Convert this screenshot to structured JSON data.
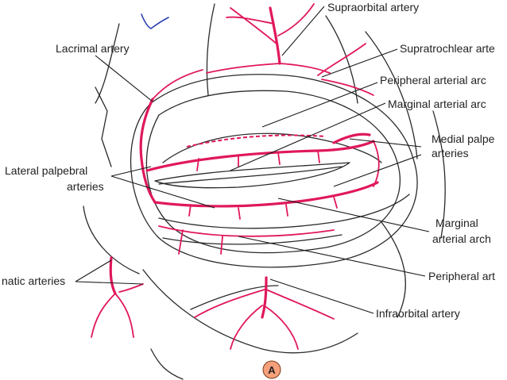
{
  "colors": {
    "artery": "#e0185a",
    "outline": "#2a2a2a",
    "badge": "#f5a07a"
  },
  "labels": {
    "supraorbital": "Supraorbital artery",
    "supratrochlear": "Supratrochlear arte",
    "peripheral_top": "Peripheral arterial arc",
    "marginal_top": "Marginal arterial arc",
    "medial_line1": "Medial palpe",
    "medial_line2": "arteries",
    "lacrimal": "Lacrimal artery",
    "lateral_line1": "Lateral palpebral",
    "lateral_line2": "arteries",
    "marginal_bottom_line1": "Marginal",
    "marginal_bottom_line2": "arterial arch",
    "peripheral_bottom": "Peripheral art",
    "zygomatic": "natic arteries",
    "infraorbital": "Infraorbital artery",
    "figure_letter": "A"
  }
}
